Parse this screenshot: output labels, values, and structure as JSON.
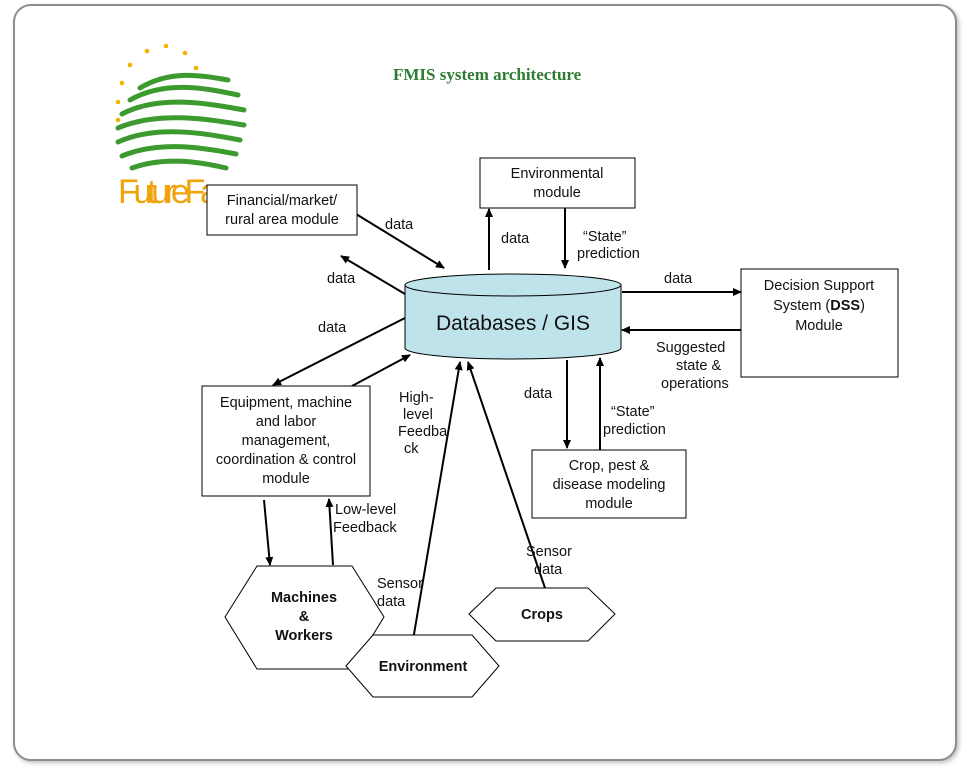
{
  "title": "FMIS system architecture",
  "logo": {
    "text": "FutureFarm",
    "colors": {
      "stars": "#f2b200",
      "waves": "#3c9a2e",
      "text": "#f0a30a"
    }
  },
  "center_node": {
    "label": "Databases / GIS",
    "fill": "#bfe3ea"
  },
  "modules": {
    "financial": [
      "Financial/market/",
      "rural area  module"
    ],
    "environmental": [
      "Environmental",
      "module"
    ],
    "dss": [
      "Decision Support",
      "System (DSS)",
      "Module"
    ],
    "equipment": [
      "Equipment, machine",
      "and labor",
      "management,",
      "coordination & control",
      "module"
    ],
    "crop": [
      "Crop, pest &",
      "disease modeling",
      "module"
    ]
  },
  "hexagons": {
    "machines": [
      "Machines",
      "&",
      "Workers"
    ],
    "environment": "Environment",
    "crops": "Crops"
  },
  "edge_labels": {
    "data": "data",
    "state_prediction": [
      "“State”",
      "prediction"
    ],
    "suggested": [
      "Suggested",
      "state &",
      "operations"
    ],
    "high_level": [
      "High-",
      "level",
      "Feedba",
      "ck"
    ],
    "low_level": [
      "Low-level",
      "Feedback"
    ],
    "sensor_data": [
      "Sensor",
      "data"
    ]
  }
}
